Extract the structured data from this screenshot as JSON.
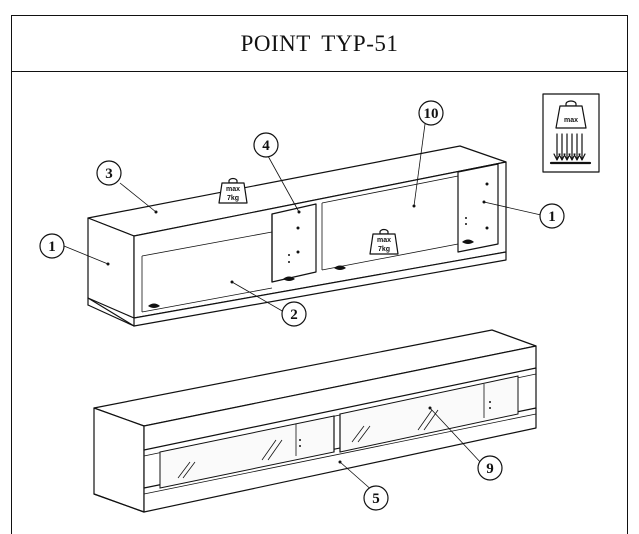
{
  "header": {
    "title": "POINT  TYP-51"
  },
  "weight_badge": {
    "label_top": "max",
    "label_bottom": "7kg"
  },
  "icon_box": {
    "label": "max"
  },
  "callouts": [
    "1",
    "2",
    "3",
    "4",
    "5",
    "9",
    "10"
  ],
  "icons": {
    "weight": "weight-icon",
    "load": "load-arrows-icon",
    "hinge": "hinge-icon"
  }
}
